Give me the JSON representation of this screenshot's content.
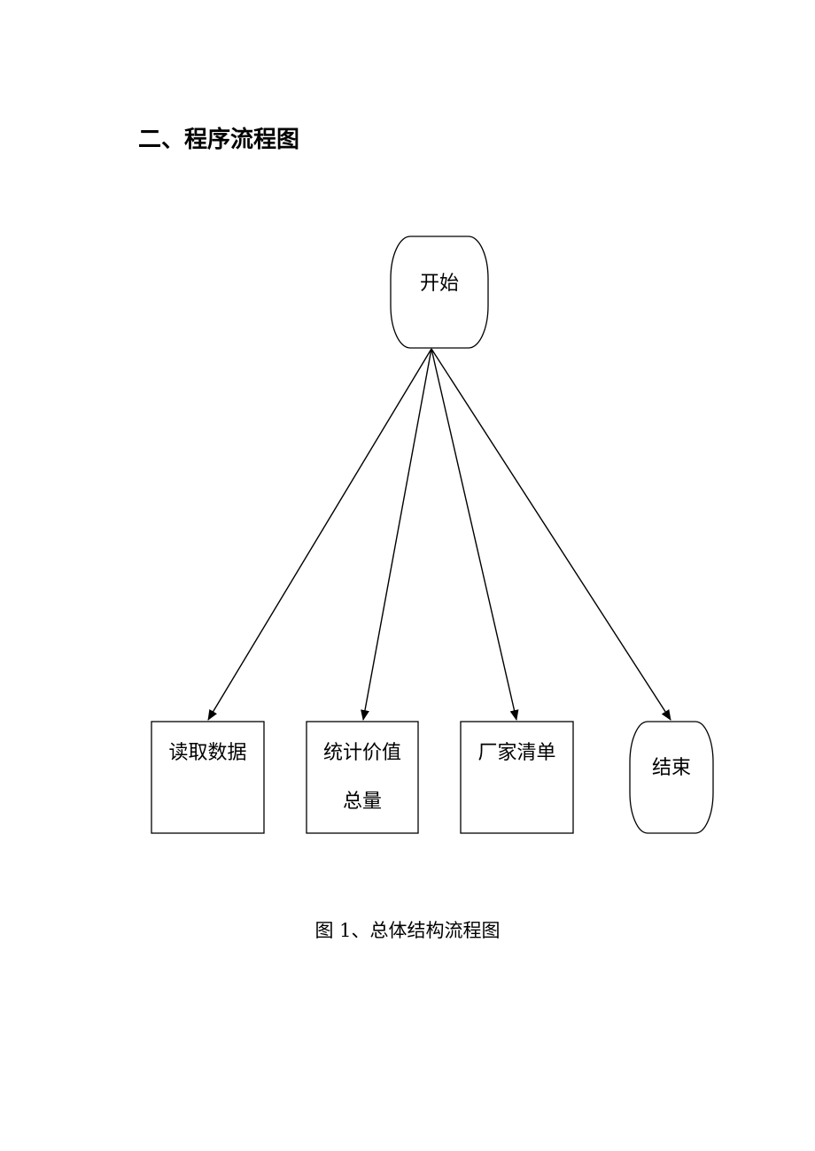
{
  "section_title": "二、程序流程图",
  "nodes": {
    "start": {
      "label": "开始",
      "shape": "terminator"
    },
    "read_data": {
      "label": "读取数据",
      "shape": "process"
    },
    "stats_line1": {
      "label": "统计价值",
      "shape": "process"
    },
    "stats_line2": {
      "label": "总量",
      "shape": "process"
    },
    "vendor_list": {
      "label": "厂家清单",
      "shape": "process"
    },
    "end": {
      "label": "结束",
      "shape": "terminator"
    }
  },
  "edges": [
    {
      "from": "开始",
      "to": "读取数据"
    },
    {
      "from": "开始",
      "to": "统计价值总量"
    },
    {
      "from": "开始",
      "to": "厂家清单"
    },
    {
      "from": "开始",
      "to": "结束"
    }
  ],
  "caption": "图 1、总体结构流程图",
  "colors": {
    "stroke": "#000000",
    "background": "#ffffff"
  }
}
